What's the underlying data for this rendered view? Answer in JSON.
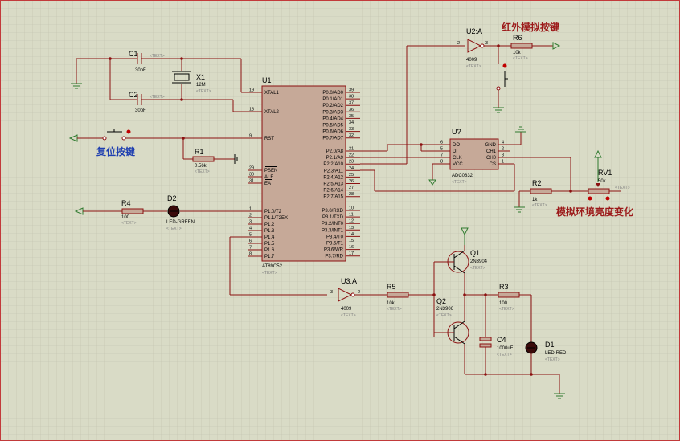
{
  "annotations": {
    "ir_key": "红外模拟按键",
    "reset_key": "复位按键",
    "brightness": "模拟环境亮度变化"
  },
  "colors": {
    "background": "#d9dbc6",
    "grid": "#bfc0ad",
    "wire": "#8b1010",
    "power": "#2f7a2f",
    "annotation_red": "#9c1a1a",
    "annotation_blue": "#1f3fb0"
  },
  "text_placeholder": "<TEXT>",
  "mcu": {
    "ref": "U1",
    "part": "AT89C52",
    "left_pins": [
      {
        "num": "19",
        "name": "XTAL1"
      },
      {
        "num": "18",
        "name": "XTAL2"
      },
      {
        "num": "9",
        "name": "RST"
      },
      {
        "num": "29",
        "name": "PSEN"
      },
      {
        "num": "30",
        "name": "ALE"
      },
      {
        "num": "31",
        "name": "EA"
      },
      {
        "num": "1",
        "name": "P1.0/T2"
      },
      {
        "num": "2",
        "name": "P1.1/T2EX"
      },
      {
        "num": "3",
        "name": "P1.2"
      },
      {
        "num": "4",
        "name": "P1.3"
      },
      {
        "num": "5",
        "name": "P1.4"
      },
      {
        "num": "6",
        "name": "P1.5"
      },
      {
        "num": "7",
        "name": "P1.6"
      },
      {
        "num": "8",
        "name": "P1.7"
      }
    ],
    "right_pins": [
      {
        "num": "39",
        "name": "P0.0/AD0"
      },
      {
        "num": "38",
        "name": "P0.1/AD1"
      },
      {
        "num": "37",
        "name": "P0.2/AD2"
      },
      {
        "num": "36",
        "name": "P0.3/AD3"
      },
      {
        "num": "35",
        "name": "P0.4/AD4"
      },
      {
        "num": "34",
        "name": "P0.5/AD5"
      },
      {
        "num": "33",
        "name": "P0.6/AD6"
      },
      {
        "num": "32",
        "name": "P0.7/AD7"
      },
      {
        "num": "21",
        "name": "P2.0/A8"
      },
      {
        "num": "22",
        "name": "P2.1/A9"
      },
      {
        "num": "23",
        "name": "P2.2/A10"
      },
      {
        "num": "24",
        "name": "P2.3/A11"
      },
      {
        "num": "25",
        "name": "P2.4/A12"
      },
      {
        "num": "26",
        "name": "P2.5/A13"
      },
      {
        "num": "27",
        "name": "P2.6/A14"
      },
      {
        "num": "28",
        "name": "P2.7/A15"
      },
      {
        "num": "10",
        "name": "P3.0/RXD"
      },
      {
        "num": "11",
        "name": "P3.1/TXD"
      },
      {
        "num": "12",
        "name": "P3.2/INT0"
      },
      {
        "num": "13",
        "name": "P3.3/INT1"
      },
      {
        "num": "14",
        "name": "P3.4/T0"
      },
      {
        "num": "15",
        "name": "P3.5/T1"
      },
      {
        "num": "16",
        "name": "P3.6/WR"
      },
      {
        "num": "17",
        "name": "P3.7/RD"
      }
    ]
  },
  "adc": {
    "ref": "U?",
    "part": "ADC0832",
    "left_pins": [
      {
        "num": "6",
        "name": "DO"
      },
      {
        "num": "5",
        "name": "DI"
      },
      {
        "num": "7",
        "name": "CLK"
      },
      {
        "num": "8",
        "name": "VCC"
      }
    ],
    "right_pins": [
      {
        "num": "4",
        "name": "GND"
      },
      {
        "num": "2",
        "name": "CH1"
      },
      {
        "num": "3",
        "name": "CH0"
      },
      {
        "num": "1",
        "name": "CS"
      }
    ]
  },
  "components": {
    "c1": {
      "ref": "C1",
      "value": "30pF"
    },
    "c2": {
      "ref": "C2",
      "value": "30pF"
    },
    "x1": {
      "ref": "X1",
      "value": "12M"
    },
    "r1": {
      "ref": "R1",
      "value": "0.56k"
    },
    "r2": {
      "ref": "R2",
      "value": "1k"
    },
    "r3": {
      "ref": "R3",
      "value": "100"
    },
    "r4": {
      "ref": "R4",
      "value": "100"
    },
    "r5": {
      "ref": "R5",
      "value": "10k"
    },
    "r6": {
      "ref": "R6",
      "value": "10k"
    },
    "rv1": {
      "ref": "RV1",
      "value": "50k"
    },
    "d1": {
      "ref": "D1",
      "value": "LED-RED"
    },
    "d2": {
      "ref": "D2",
      "value": "LED-GREEN"
    },
    "q1": {
      "ref": "Q1",
      "value": "2N3904"
    },
    "q2": {
      "ref": "Q2",
      "value": "2N3906"
    },
    "c4": {
      "ref": "C4",
      "value": "1000uF"
    },
    "u2": {
      "ref": "U2:A",
      "value": "4009",
      "pin_in": "2",
      "pin_out": "3"
    },
    "u3": {
      "ref": "U3:A",
      "value": "4009",
      "pin_in": "3",
      "pin_out": "2"
    }
  }
}
